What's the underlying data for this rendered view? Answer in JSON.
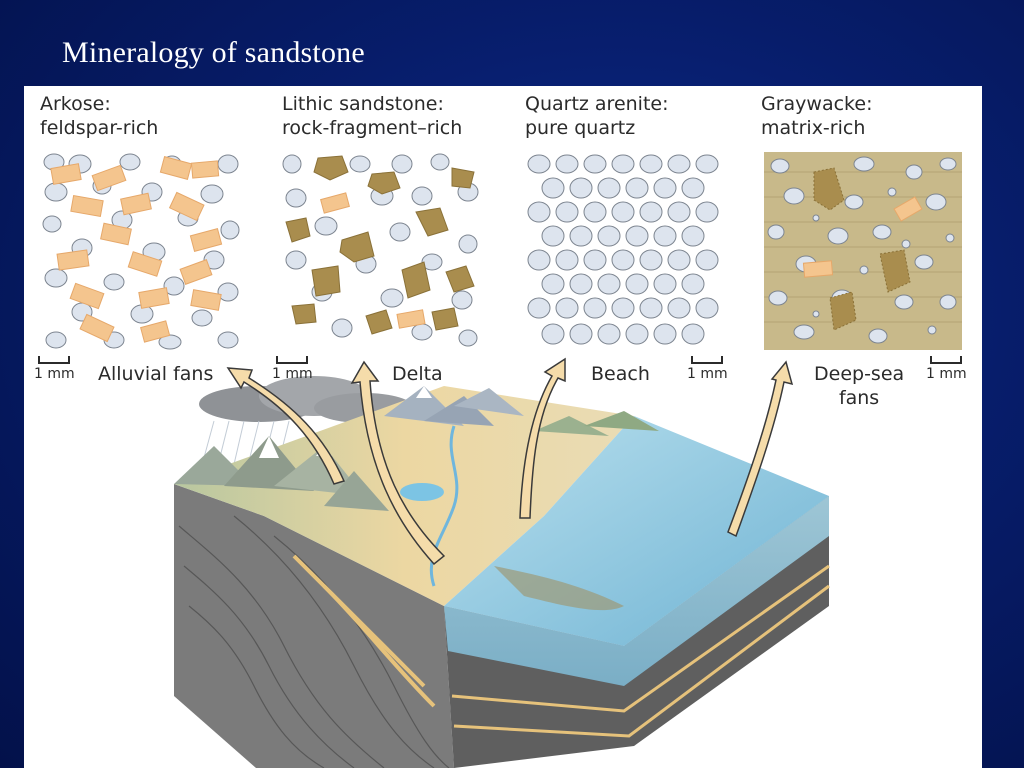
{
  "slide": {
    "title": "Mineralogy of sandstone"
  },
  "samples": [
    {
      "type_label": "Arkose:",
      "desc_label": "feldspar-rich",
      "environment": "Alluvial fans",
      "scale": "1 mm",
      "matrix_color": "#ffffff"
    },
    {
      "type_label": "Lithic sandstone:",
      "desc_label": "rock-fragment–rich",
      "environment": "Delta",
      "scale": "1 mm",
      "matrix_color": "#ffffff"
    },
    {
      "type_label": "Quartz arenite:",
      "desc_label": "pure quartz",
      "environment": "Beach",
      "scale": "1 mm",
      "matrix_color": "#ffffff"
    },
    {
      "type_label": "Graywacke:",
      "desc_label": "matrix-rich",
      "environment_line1": "Deep-sea",
      "environment_line2": "fans",
      "scale": "1 mm",
      "matrix_color": "#c8b98a"
    }
  ],
  "colors": {
    "quartz_grain": "#dde4ee",
    "grain_outline": "#7d8590",
    "feldspar": "#f4c58e",
    "rock_fragment": "#a98d4e",
    "arrow_fill": "#f5dcaa",
    "arrow_stroke": "#3a3a3a",
    "ocean": "#8fc8e0",
    "land": "#efd9a8",
    "rock_layers": "#6e6e6e"
  }
}
